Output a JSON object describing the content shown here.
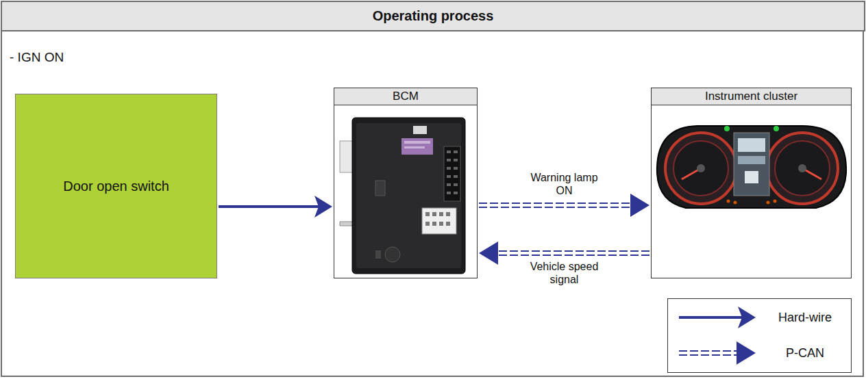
{
  "diagram": {
    "title": "Operating process",
    "nodes": [
      {
        "text": [
          "Door open switch"
        ]
      },
      {
        "text": [
          "BCM"
        ]
      },
      {
        "text": [
          "Instrument cluster"
        ]
      }
    ],
    "edges": [
      {
        "from": 0,
        "to": 1,
        "arrow": "to"
      },
      {
        "from": 1,
        "to": 2,
        "label": "Warning lamp ON",
        "arrow": "to"
      },
      {
        "from": 2,
        "to": 1,
        "label": "Vehicle speed signal",
        "arrow": "to"
      }
    ],
    "labels": [
      "- IGN ON"
    ],
    "legend": [
      {
        "text": "Hard-wire"
      },
      {
        "text": "P-CAN"
      }
    ]
  }
}
